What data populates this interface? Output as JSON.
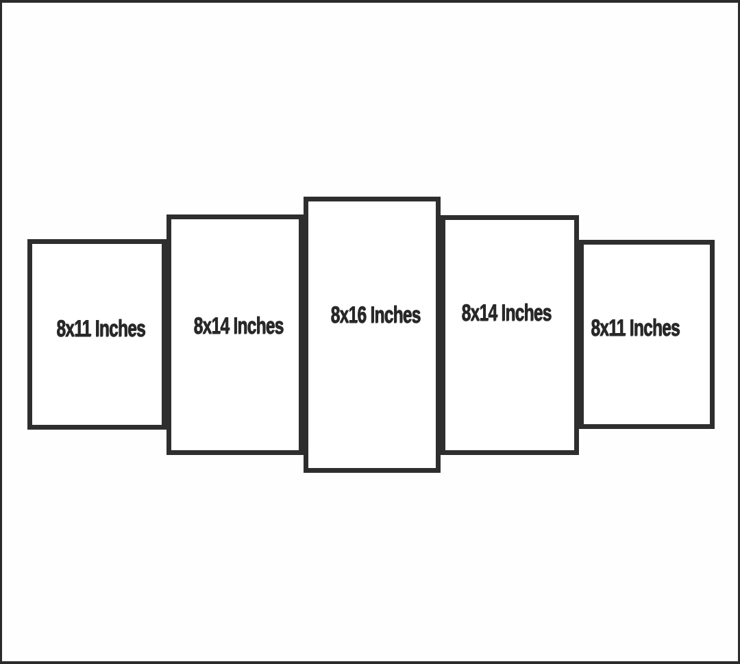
{
  "diagram": {
    "description": "Five panel wall art size chart",
    "panels": [
      {
        "size": "8x11",
        "label": "8x11 Inches"
      },
      {
        "size": "8x14",
        "label": "8x14 Inches"
      },
      {
        "size": "8x16",
        "label": "8x16 Inches"
      },
      {
        "size": "8x14",
        "label": "8x14 Inches"
      },
      {
        "size": "8x11",
        "label": "8x11 Inches"
      }
    ],
    "colors": {
      "panel_border": "#2e2e2e",
      "outer_border": "#2b2b2b",
      "label_text": "#282828",
      "background": "#ffffff"
    }
  }
}
